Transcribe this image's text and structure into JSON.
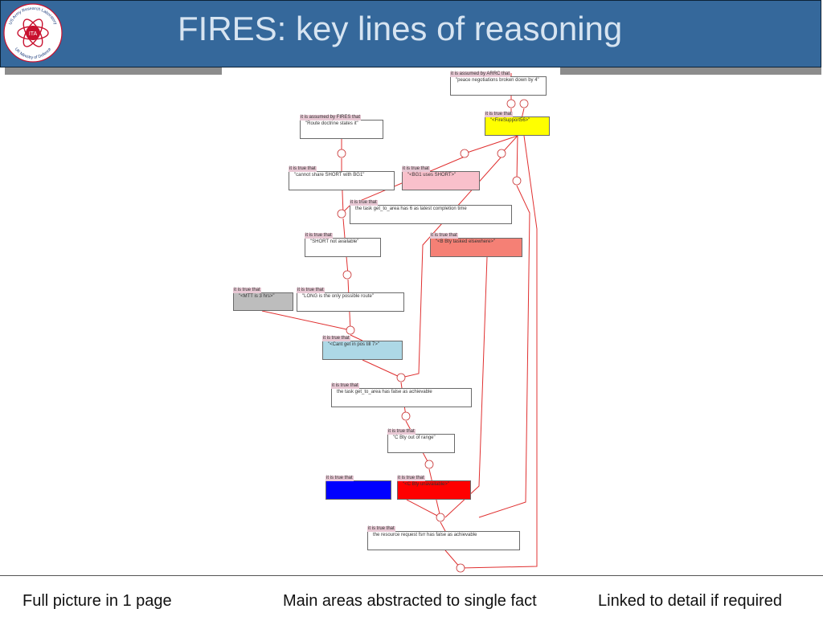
{
  "title": "FIRES: key lines of reasoning",
  "logo": {
    "top_text": "US Army Research Laboratory",
    "center_text": "ITA",
    "bottom_text": "UK Ministry of Defence"
  },
  "colors": {
    "header": "#35689b",
    "title": "#d7e4f1",
    "edge": "#e03030",
    "node": "#c83232"
  },
  "footer": {
    "left": "Full picture in 1 page",
    "center": "Main areas abstracted to single fact",
    "right": "Linked to detail if required"
  },
  "diagram": {
    "nodes": [
      {
        "header": "it is assumed by ARRC that",
        "text": "\"peace negotiations broken down by 4\"",
        "fill": "#ffffff"
      },
      {
        "header": "it is true that",
        "text": "\"<FireSupport56>\"",
        "fill": "#ffff00"
      },
      {
        "header": "it is assumed by FIRES that",
        "text": "\"Route doctrine states it\"",
        "fill": "#ffffff"
      },
      {
        "header": "it is true that",
        "text": "\"cannot share SHORT with BG1\"",
        "fill": "#ffffff"
      },
      {
        "header": "it is true that",
        "text": "\"<BG1 uses SHORT>\"",
        "fill": "#f9c0cb"
      },
      {
        "header": "it is true that",
        "text": "the task get_to_area has 6 as latest completion time",
        "fill": "#ffffff"
      },
      {
        "header": "it is true that",
        "text": "\"SHORT not available\"",
        "fill": "#ffffff"
      },
      {
        "header": "it is true that",
        "text": "\"<B Bty tasked elsewhere>\"",
        "fill": "#f58075"
      },
      {
        "header": "it is true that",
        "text": "\"<MTT is 3 hrs>\"",
        "fill": "#bdbdbd"
      },
      {
        "header": "it is true that",
        "text": "\"LONG is the only possible route\"",
        "fill": "#ffffff"
      },
      {
        "header": "it is true that",
        "text": "\"<Cant get in pos till 7>\"",
        "fill": "#add8e6"
      },
      {
        "header": "it is true that",
        "text": "the task get_to_area has false as achievable",
        "fill": "#ffffff"
      },
      {
        "header": "it is true that",
        "text": "\"C Bty out of range\"",
        "fill": "#ffffff"
      },
      {
        "header": "it is true that",
        "text": "",
        "fill": "#0000ff"
      },
      {
        "header": "it is true that",
        "text": "\"<C Bty unavailable>\"",
        "fill": "#ff0000"
      },
      {
        "header": "it is true that",
        "text": "the resource request fsrr has false as achievable",
        "fill": "#ffffff"
      }
    ]
  }
}
